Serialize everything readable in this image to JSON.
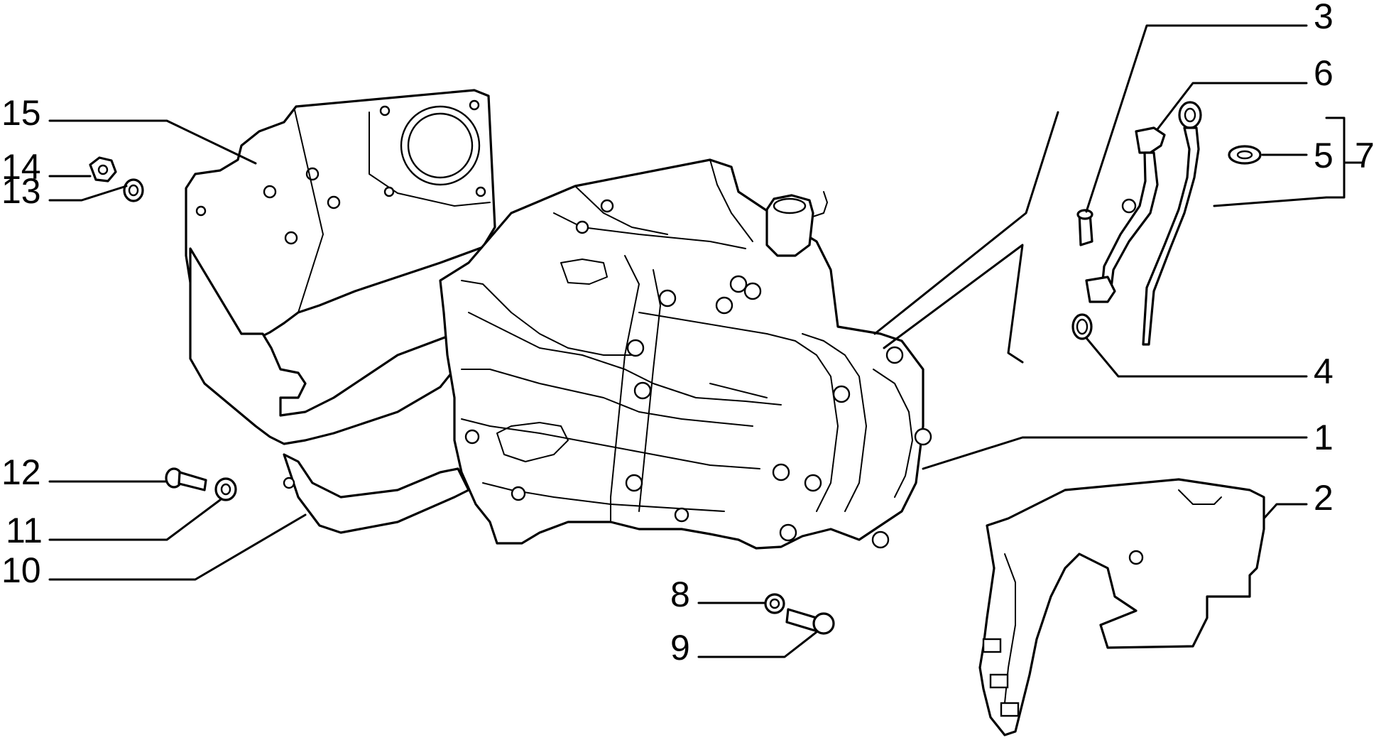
{
  "callouts": {
    "c1": "1",
    "c2": "2",
    "c3": "3",
    "c4": "4",
    "c5": "5",
    "c6": "6",
    "c7": "7",
    "c8": "8",
    "c9": "9",
    "c10": "10",
    "c11": "11",
    "c12": "12",
    "c13": "13",
    "c14": "14",
    "c15": "15"
  },
  "icons": [
    "gearbox-housing",
    "cover-plate",
    "dust-shield",
    "bracket",
    "dipstick-tube",
    "dipstick",
    "bolt",
    "nut",
    "washer",
    "o-ring"
  ],
  "colors": {
    "line": "#000000",
    "background": "#ffffff"
  }
}
